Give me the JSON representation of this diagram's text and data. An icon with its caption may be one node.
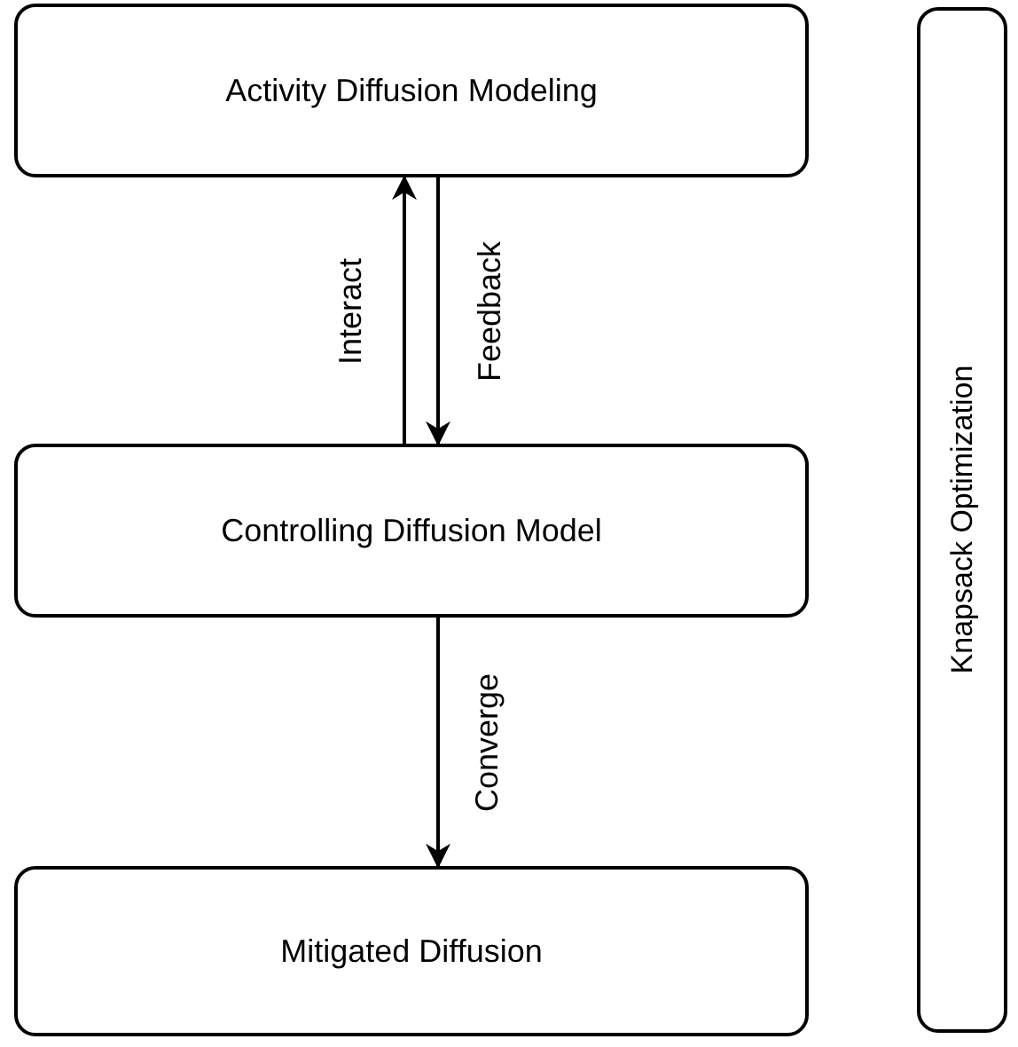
{
  "diagram": {
    "nodes": [
      {
        "text": [
          "Activity Diffusion Modeling"
        ]
      },
      {
        "text": [
          "Controlling Diffusion Model"
        ]
      },
      {
        "text": [
          "Mitigated Diffusion"
        ]
      },
      {
        "text": [
          "Knapsack Optimization"
        ]
      }
    ],
    "edges": [
      {
        "from": 1,
        "to": 0,
        "arrow": "to",
        "label": "Interact"
      },
      {
        "from": 0,
        "to": 1,
        "arrow": "to",
        "label": "Feedback"
      },
      {
        "from": 1,
        "to": 2,
        "arrow": "to",
        "label": "Converge"
      }
    ]
  }
}
